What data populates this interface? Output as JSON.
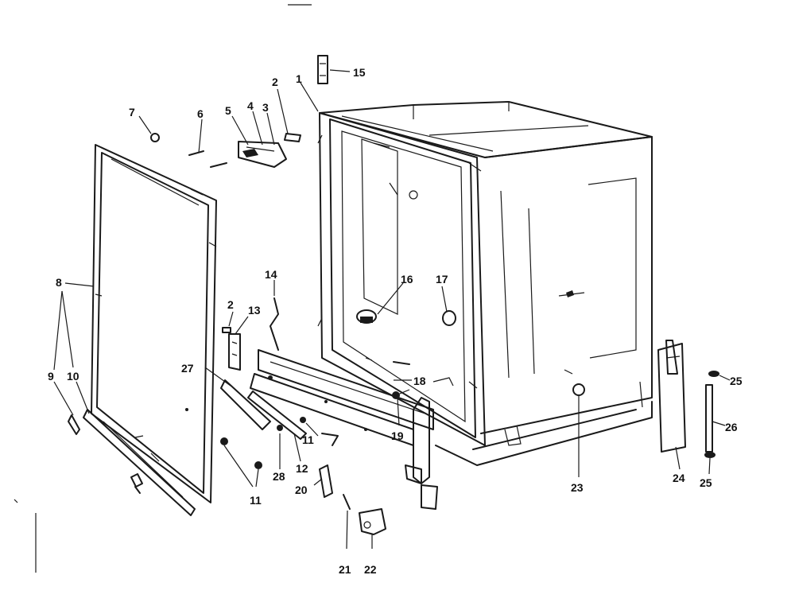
{
  "callouts": [
    {
      "id": "c1",
      "label": "1"
    },
    {
      "id": "c2a",
      "label": "2"
    },
    {
      "id": "c2b",
      "label": "2"
    },
    {
      "id": "c3",
      "label": "3"
    },
    {
      "id": "c4",
      "label": "4"
    },
    {
      "id": "c5",
      "label": "5"
    },
    {
      "id": "c6",
      "label": "6"
    },
    {
      "id": "c7",
      "label": "7"
    },
    {
      "id": "c8",
      "label": "8"
    },
    {
      "id": "c9",
      "label": "9"
    },
    {
      "id": "c10",
      "label": "10"
    },
    {
      "id": "c11a",
      "label": "11"
    },
    {
      "id": "c11b",
      "label": "11"
    },
    {
      "id": "c12",
      "label": "12"
    },
    {
      "id": "c13",
      "label": "13"
    },
    {
      "id": "c14a",
      "label": "14"
    },
    {
      "id": "c15",
      "label": "15"
    },
    {
      "id": "c16",
      "label": "16"
    },
    {
      "id": "c17",
      "label": "17"
    },
    {
      "id": "c18",
      "label": "18"
    },
    {
      "id": "c19",
      "label": "19"
    },
    {
      "id": "c20",
      "label": "20"
    },
    {
      "id": "c21",
      "label": "21"
    },
    {
      "id": "c22",
      "label": "22"
    },
    {
      "id": "c23",
      "label": "23"
    },
    {
      "id": "c24",
      "label": "24"
    },
    {
      "id": "c25a",
      "label": "25"
    },
    {
      "id": "c25b",
      "label": "25"
    },
    {
      "id": "c26",
      "label": "26"
    },
    {
      "id": "c27",
      "label": "27"
    },
    {
      "id": "c28",
      "label": "28"
    }
  ]
}
